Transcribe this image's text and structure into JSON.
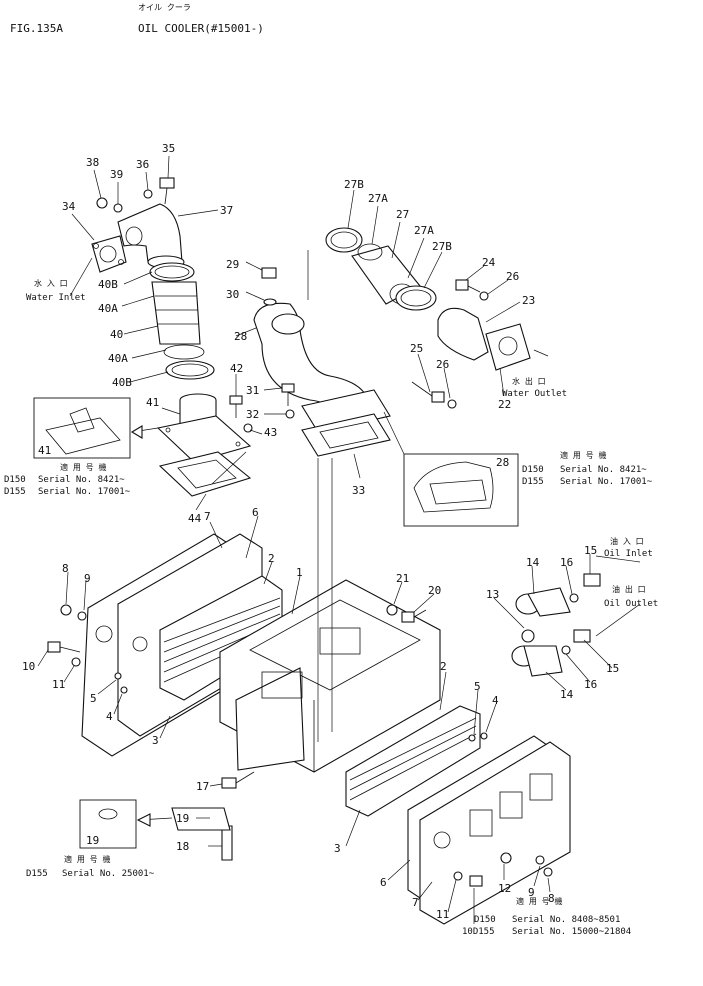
{
  "header": {
    "fig": "FIG.135A",
    "jp_title": "オイル クーラ",
    "title": "OIL COOLER(#15001-)"
  },
  "callouts": {
    "c2a": "2",
    "c2b": "2",
    "c3a": "3",
    "c3b": "3",
    "c4a": "4",
    "c4b": "4",
    "c5a": "5",
    "c5b": "5",
    "c6a": "6",
    "c6b": "6",
    "c7a": "7",
    "c7b": "7",
    "c8a": "8",
    "c8b": "8",
    "c9a": "9",
    "c9b": "9",
    "c10a": "10",
    "c10b": "10",
    "c11a": "11",
    "c11b": "11",
    "c1": "1",
    "c12": "12",
    "c13": "13",
    "c14a": "14",
    "c14b": "14",
    "c15a": "15",
    "c15b": "15",
    "c16a": "16",
    "c16b": "16",
    "c17": "17",
    "c18": "18",
    "c19a": "19",
    "c19b": "19",
    "c20": "20",
    "c21": "21",
    "c22": "22",
    "c23": "23",
    "c24": "24",
    "c25": "25",
    "c26a": "26",
    "c26b": "26",
    "c27": "27",
    "c27a1": "27A",
    "c27a2": "27A",
    "c27b1": "27B",
    "c27b2": "27B",
    "c28": "28",
    "c28b": "28",
    "c29": "29",
    "c30": "30",
    "c31": "31",
    "c32": "32",
    "c33": "33",
    "c34": "34",
    "c35": "35",
    "c36": "36",
    "c37": "37",
    "c38": "38",
    "c39": "39",
    "c40": "40",
    "c40a1": "40A",
    "c40a2": "40A",
    "c40b1": "40B",
    "c40b2": "40B",
    "c41": "41",
    "c41b": "41",
    "c42": "42",
    "c43": "43",
    "c44": "44"
  },
  "port_labels": {
    "water_inlet_jp": "水 入 口",
    "water_inlet": "Water Inlet",
    "water_outlet_jp": "水 出 口",
    "water_outlet": "Water Outlet",
    "oil_inlet_jp": "油 入 口",
    "oil_inlet": "Oil Inlet",
    "oil_outlet_jp": "油 出 口",
    "oil_outlet": "Oil Outlet"
  },
  "notes": {
    "applicable_jp": "適 用 号 機",
    "n41_d150_model": "D150",
    "n41_d150_serial": "Serial No. 8421~",
    "n41_d155_model": "D155",
    "n41_d155_serial": "Serial No. 17001~",
    "n28_d150_model": "D150",
    "n28_d150_serial": "Serial No. 8421~",
    "n28_d155_model": "D155",
    "n28_d155_serial": "Serial No. 17001~",
    "n19_d155_model": "D155",
    "n19_d155_serial": "Serial No. 25001~",
    "n12_d150_model": "D150",
    "n12_d150_serial": "Serial No. 8408~8501",
    "n12_d155_model": "10D155",
    "n12_d155_serial": "Serial No. 15000~21804"
  }
}
